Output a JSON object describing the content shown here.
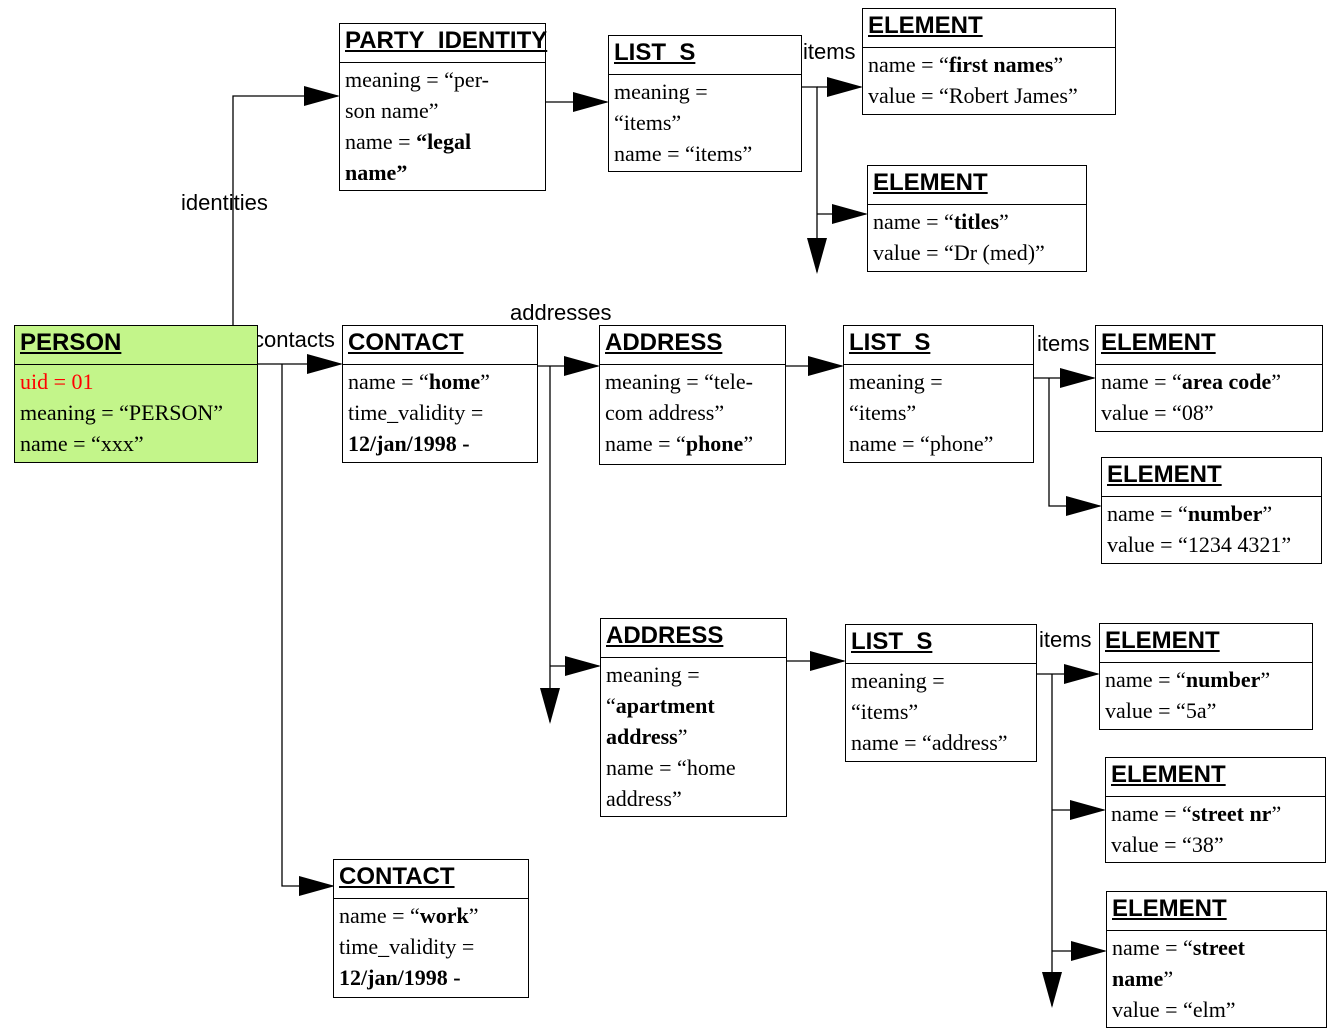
{
  "labels": {
    "identities": "identities",
    "contacts": "contacts",
    "addresses": "addresses",
    "items": "items"
  },
  "person": {
    "title": "PERSON",
    "uid": "uid = 01",
    "meaning": "meaning = “PERSON”",
    "name": "name = “xxx”"
  },
  "party_identity": {
    "title": "PARTY_IDENTITY",
    "meaning_1": "meaning = “per-",
    "meaning_2": "son name”",
    "name_prefix": "name = ",
    "name_bold_1": "“legal",
    "name_bold_2": "name”"
  },
  "list_identity": {
    "title": "LIST_S",
    "meaning_1": "meaning =",
    "meaning_2": "“items”",
    "name": "name = “items”"
  },
  "el_first_names": {
    "title": "ELEMENT",
    "name_prefix": "name = “",
    "name_bold": "first names",
    "name_suffix": "”",
    "value": "value = “Robert James”"
  },
  "el_titles": {
    "title": "ELEMENT",
    "name_prefix": "name = “",
    "name_bold": "titles",
    "name_suffix": "”",
    "value": "value = “Dr (med)”"
  },
  "contact_home": {
    "title": "CONTACT",
    "name_prefix": "name = “",
    "name_bold": "home",
    "name_suffix": "”",
    "tv_label": "time_validity =",
    "tv_value": "12/jan/1998 -"
  },
  "contact_work": {
    "title": "CONTACT",
    "name_prefix": "name = “",
    "name_bold": "work",
    "name_suffix": "”",
    "tv_label": "time_validity =",
    "tv_value": "12/jan/1998 -"
  },
  "address_phone": {
    "title": "ADDRESS",
    "meaning_1": "meaning = “tele-",
    "meaning_2": "com address”",
    "name_prefix": "name = “",
    "name_bold": "phone",
    "name_suffix": "”"
  },
  "address_home": {
    "title": "ADDRESS",
    "meaning_1": "meaning =",
    "meaning_2_open": "“",
    "meaning_2_bold": "apartment",
    "meaning_3_bold": "address",
    "meaning_3_close": "”",
    "name_1": "name = “home",
    "name_2": "address”"
  },
  "list_phone": {
    "title": "LIST_S",
    "meaning_1": "meaning =",
    "meaning_2": "“items”",
    "name": "name = “phone”"
  },
  "list_address": {
    "title": "LIST_S",
    "meaning_1": "meaning =",
    "meaning_2": "“items”",
    "name": "name = “address”"
  },
  "el_area_code": {
    "title": "ELEMENT",
    "name_prefix": "name = “",
    "name_bold": "area code",
    "name_suffix": "”",
    "value": "value = “08”"
  },
  "el_phone_number": {
    "title": "ELEMENT",
    "name_prefix": "name = “",
    "name_bold": "number",
    "name_suffix": "”",
    "value": "value = “1234 4321”"
  },
  "el_addr_number": {
    "title": "ELEMENT",
    "name_prefix": "name = “",
    "name_bold": "number",
    "name_suffix": "”",
    "value": "value = “5a”"
  },
  "el_street_nr": {
    "title": "ELEMENT",
    "name_prefix": "name = “",
    "name_bold": "street nr",
    "name_suffix": "”",
    "value": "value = “38”"
  },
  "el_street_name": {
    "title": "ELEMENT",
    "name_prefix": "name = “",
    "name_bold_1": "street",
    "name_bold_2": "name",
    "name_suffix": "”",
    "value": "value = “elm”"
  }
}
